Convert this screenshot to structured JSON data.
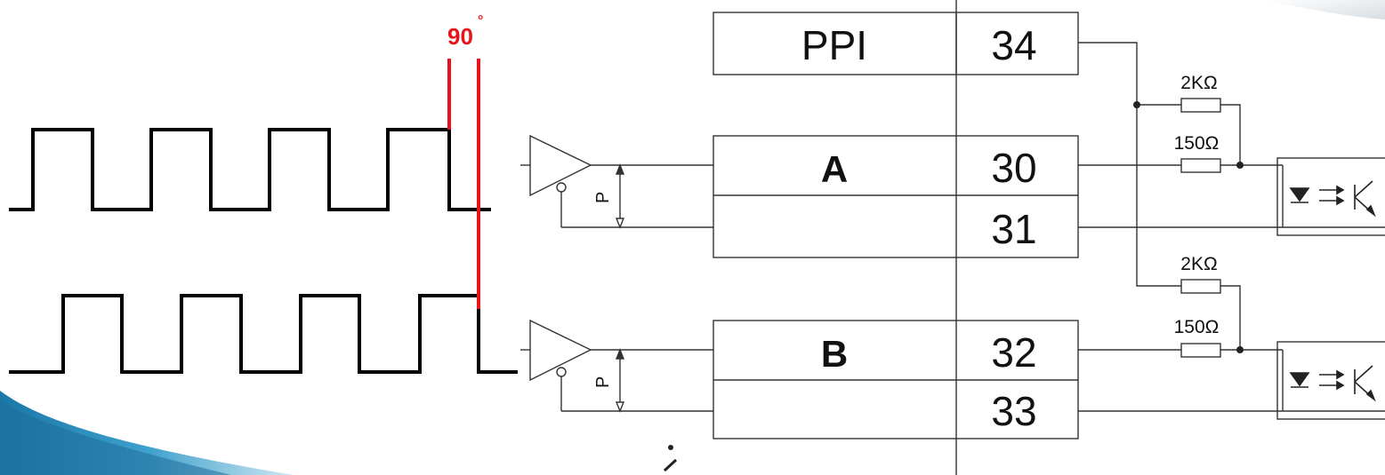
{
  "waveform": {
    "phase_label": "90",
    "phase_unit": "°"
  },
  "circuit": {
    "blocks": [
      {
        "name": "PPI",
        "pin": "34"
      },
      {
        "name": "A",
        "pin": "30",
        "pin2": "31"
      },
      {
        "name": "B",
        "pin": "32",
        "pin2": "33"
      }
    ],
    "resistors": [
      "2KΩ",
      "150Ω",
      "2KΩ",
      "150Ω"
    ],
    "receiver_label": "P"
  },
  "colors": {
    "wave": "#000000",
    "phase_marker": "#e8141c",
    "line": "#333333"
  }
}
